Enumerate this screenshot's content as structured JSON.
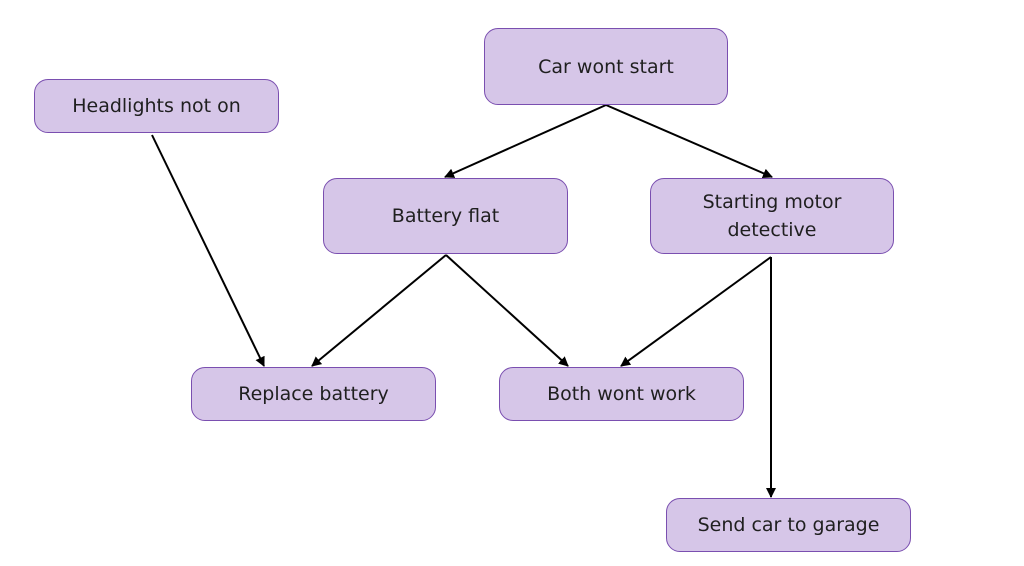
{
  "nodes": {
    "car_wont_start": "Car wont start",
    "headlights_not_on": "Headlights not on",
    "battery_flat": "Battery flat",
    "starting_motor_line1": "Starting motor",
    "starting_motor_line2": "detective",
    "replace_battery": "Replace battery",
    "both_wont_work": "Both wont work",
    "send_car_to_garage": "Send car to garage"
  },
  "edges": [
    {
      "from": "Car wont start",
      "to": "Battery flat"
    },
    {
      "from": "Car wont start",
      "to": "Starting motor detective"
    },
    {
      "from": "Headlights not on",
      "to": "Replace battery"
    },
    {
      "from": "Battery flat",
      "to": "Replace battery"
    },
    {
      "from": "Battery flat",
      "to": "Both wont work"
    },
    {
      "from": "Starting motor detective",
      "to": "Both wont work"
    },
    {
      "from": "Starting motor detective",
      "to": "Send car to garage"
    }
  ],
  "colors": {
    "node_fill": "#d6c6e8",
    "node_border": "#7a4fb0",
    "edge": "#000000"
  }
}
